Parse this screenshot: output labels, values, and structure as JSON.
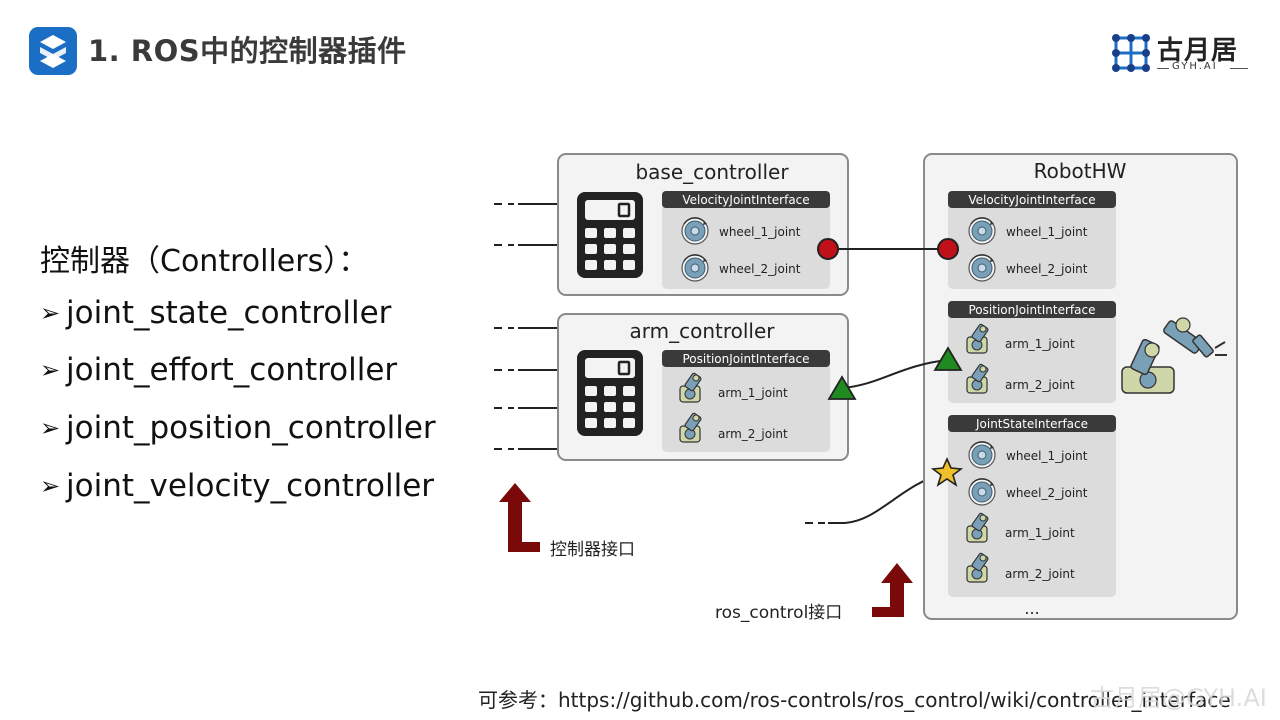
{
  "header": {
    "title": "1. ROS中的控制器插件",
    "logo_icon": "ros-s-logo-icon",
    "brand_name": "古月居",
    "brand_sub": "GYH.AI"
  },
  "left_panel": {
    "heading": "控制器（Controllers）：",
    "bullet_icon": "arrow-bullet-icon",
    "items": [
      "joint_state_controller",
      "joint_effort_controller",
      "joint_position_controller",
      "joint_velocity_controller"
    ]
  },
  "diagram": {
    "base_controller": {
      "title": "base_controller",
      "interface": "VelocityJointInterface",
      "joints": [
        "wheel_1_joint",
        "wheel_2_joint"
      ]
    },
    "arm_controller": {
      "title": "arm_controller",
      "interface": "PositionJointInterface",
      "joints": [
        "arm_1_joint",
        "arm_2_joint"
      ]
    },
    "robot_hw": {
      "title": "RobotHW",
      "velocity_interface": {
        "title": "VelocityJointInterface",
        "joints": [
          "wheel_1_joint",
          "wheel_2_joint"
        ]
      },
      "position_interface": {
        "title": "PositionJointInterface",
        "joints": [
          "arm_1_joint",
          "arm_2_joint"
        ]
      },
      "state_interface": {
        "title": "JointStateInterface",
        "joints": [
          "wheel_1_joint",
          "wheel_2_joint",
          "arm_1_joint",
          "arm_2_joint"
        ]
      },
      "ellipsis": "..."
    },
    "controller_interface_label": "控制器接口",
    "ros_control_label": "ros_control接口",
    "colors": {
      "box_border": "#8a8a8a",
      "box_fill": "#f3f3f3",
      "inner_fill": "#dcdcdc",
      "interface_header": "#3a3a3a",
      "velocity_marker": "#c0101a",
      "position_marker": "#1f8a1f",
      "state_marker": "#f0c02a",
      "arrow": "#7a0a0a",
      "joint_icon": "#7aa0b8"
    }
  },
  "footer": {
    "reference": "可参考：https://github.com/ros-controls/ros_control/wiki/controller_interface",
    "watermark": "古月居@GYH.AI"
  }
}
